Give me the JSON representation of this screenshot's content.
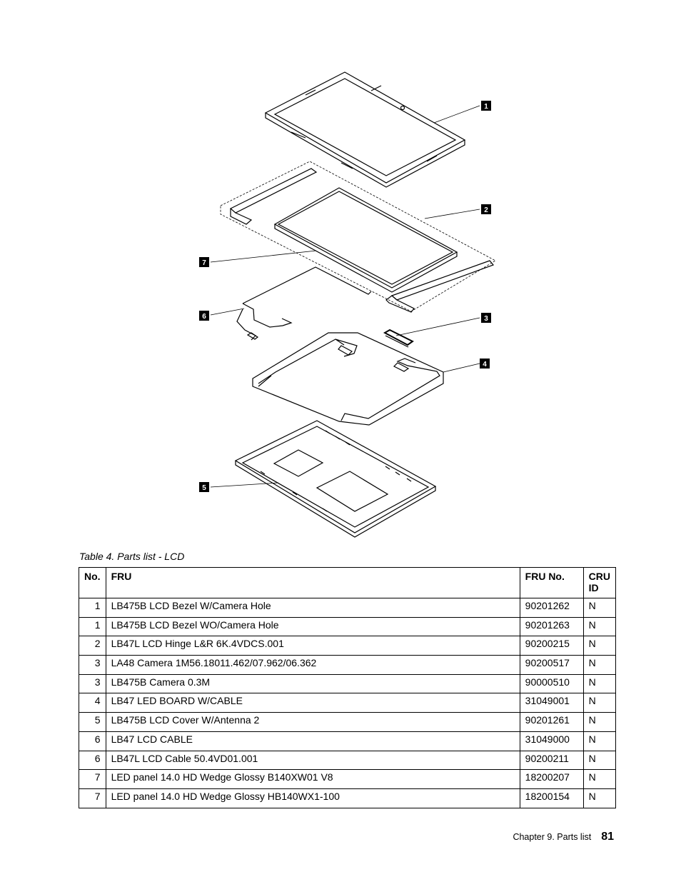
{
  "diagram": {
    "callouts": [
      "1",
      "2",
      "3",
      "4",
      "5",
      "6",
      "7"
    ]
  },
  "table": {
    "caption": "Table 4.  Parts list - LCD",
    "headers": {
      "no": "No.",
      "fru": "FRU",
      "fru_no": "FRU No.",
      "cru_line1": "CRU",
      "cru_line2": "ID"
    },
    "rows": [
      {
        "no": "1",
        "fru": "LB475B LCD Bezel W/Camera Hole",
        "fru_no": "90201262",
        "cru": "N"
      },
      {
        "no": "1",
        "fru": "LB475B LCD Bezel WO/Camera Hole",
        "fru_no": "90201263",
        "cru": "N"
      },
      {
        "no": "2",
        "fru": "LB47L LCD Hinge L&R 6K.4VDCS.001",
        "fru_no": "90200215",
        "cru": "N"
      },
      {
        "no": "3",
        "fru": "LA48 Camera 1M56.18011.462/07.962/06.362",
        "fru_no": "90200517",
        "cru": "N"
      },
      {
        "no": "3",
        "fru": "LB475B Camera 0.3M",
        "fru_no": "90000510",
        "cru": "N"
      },
      {
        "no": "4",
        "fru": "LB47 LED BOARD W/CABLE",
        "fru_no": "31049001",
        "cru": "N"
      },
      {
        "no": "5",
        "fru": "LB475B LCD Cover W/Antenna 2",
        "fru_no": "90201261",
        "cru": "N"
      },
      {
        "no": "6",
        "fru": "LB47 LCD CABLE",
        "fru_no": "31049000",
        "cru": "N"
      },
      {
        "no": "6",
        "fru": "LB47L LCD Cable 50.4VD01.001",
        "fru_no": "90200211",
        "cru": "N"
      },
      {
        "no": "7",
        "fru": "LED panel 14.0 HD Wedge Glossy B140XW01 V8",
        "fru_no": "18200207",
        "cru": "N"
      },
      {
        "no": "7",
        "fru": "LED panel 14.0 HD Wedge Glossy HB140WX1-100",
        "fru_no": "18200154",
        "cru": "N"
      }
    ]
  },
  "footer": {
    "chapter": "Chapter 9.  Parts list",
    "page_number": "81"
  }
}
